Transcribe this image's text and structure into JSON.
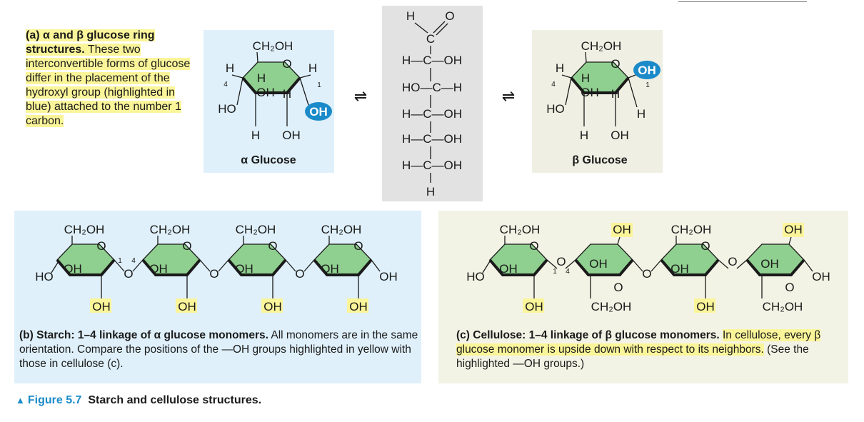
{
  "figure": {
    "number": "Figure 5.7",
    "title": "Starch and cellulose structures."
  },
  "panel_a": {
    "label": "(a)",
    "title": "α and β glucose ring structures.",
    "text": "These two interconvertible forms of glucose differ in the placement of the hydroxyl group (highlighted in blue) attached to the number 1 carbon.",
    "alpha_name": "α Glucose",
    "beta_name": "β Glucose"
  },
  "panel_b": {
    "label": "(b)",
    "title": "Starch: 1–4 linkage of α glucose monomers.",
    "text": "All monomers are in the same orientation. Compare the positions of the —OH groups highlighted in yellow with those in cellulose (c)."
  },
  "panel_c": {
    "label": "(c)",
    "title": "Cellulose: 1–4 linkage of β glucose monomers.",
    "text_highlighted": "In cellulose, every β glucose monomer is upside down with respect to its neighbors.",
    "text_tail": "(See the highlighted —OH groups.)"
  },
  "labels": {
    "ch2oh": "CH₂OH",
    "oh": "OH",
    "ho": "HO",
    "h": "H",
    "o": "O",
    "c": "C",
    "chain_rows": [
      "H—C—OH",
      "HO—C—H",
      "H—C—OH",
      "H—C—OH",
      "H—C—OH"
    ],
    "carbon_1": "1",
    "carbon_4": "4",
    "equilibrium": "⇌"
  },
  "colors": {
    "ring_fill": "#8fcf8f",
    "ring_stroke": "#1a1a1a",
    "blue_highlight": "#1a8ac9",
    "yellow_highlight": "#fbf59a",
    "panel_blue": "#dff0fa",
    "panel_gray": "#e2e2e2",
    "panel_beige": "#f3f3e5"
  }
}
